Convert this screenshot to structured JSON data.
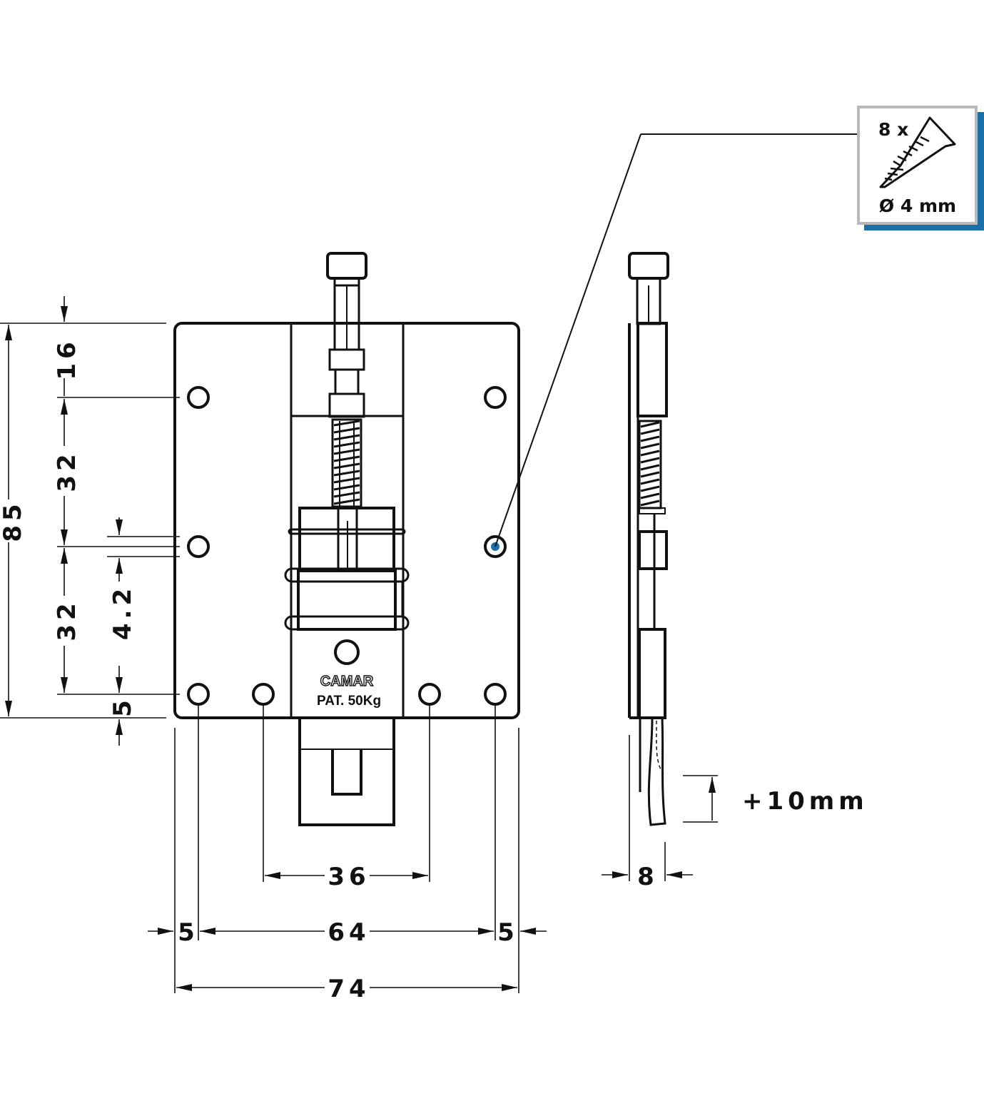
{
  "dimensions": {
    "top_margin": "16",
    "row_spacing_upper": "32",
    "row_spacing_lower": "32",
    "total_height": "85",
    "hole_diameter": "4.2",
    "bottom_margin": "5",
    "inner_hole_spacing": "36",
    "left_edge": "5",
    "outer_hole_spacing": "64",
    "right_edge": "5",
    "total_width": "74",
    "thickness": "8",
    "adjustment": "+10mm"
  },
  "plate_marking": {
    "brand": "CAMAR",
    "patent": "PAT. 50Kg"
  },
  "screw_callout": {
    "quantity": "8 x",
    "diameter": "Ø 4 mm"
  },
  "colors": {
    "line": "#111111",
    "accent": "#1a6fa8",
    "callout_border": "#b9b9b9"
  }
}
